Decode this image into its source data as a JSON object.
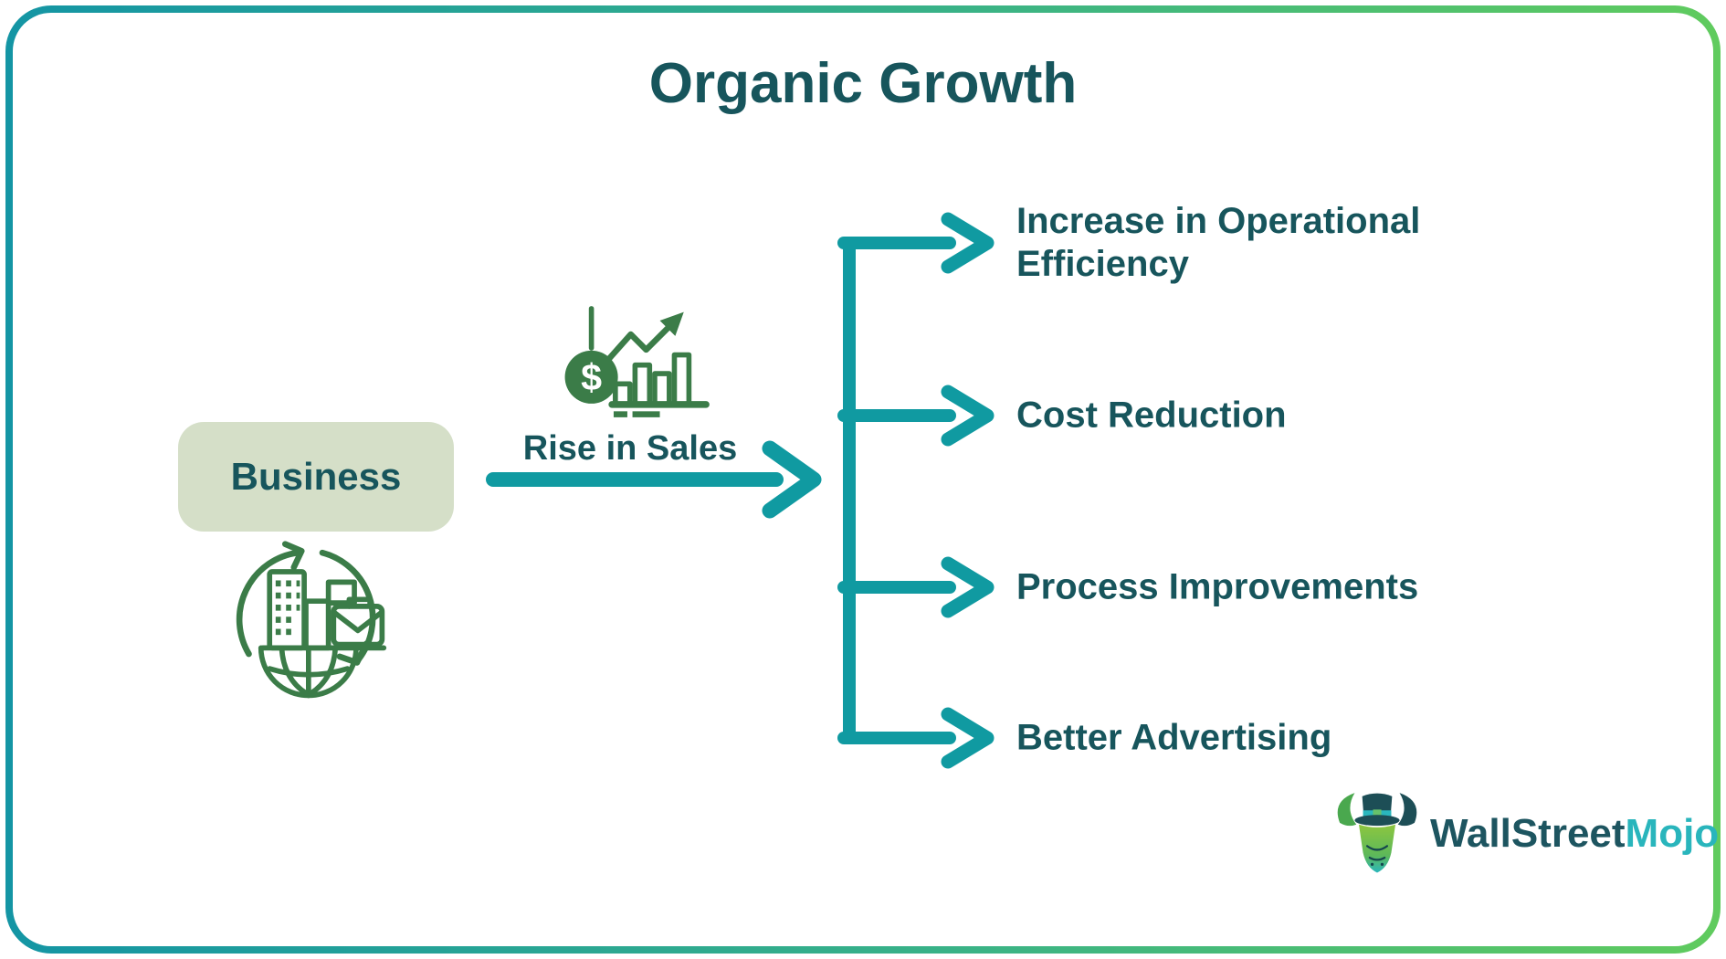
{
  "title": "Organic Growth",
  "colors": {
    "frame_gradient_start": "#1495a4",
    "frame_gradient_end": "#60cb5e",
    "dark_teal_text": "#17555c",
    "arrow_teal": "#109aa1",
    "icon_green": "#3b7c48",
    "business_box_fill": "#d5dfc8",
    "logo_accent_cyan": "#29b5bc"
  },
  "source_node": {
    "label": "Business",
    "icon": "globe-business-icon"
  },
  "edge": {
    "label": "Rise in Sales",
    "icon": "sales-growth-icon",
    "icon_symbol": "$"
  },
  "branches": [
    {
      "label": "Increase in  Operational Efficiency"
    },
    {
      "label": "Cost Reduction"
    },
    {
      "label": "Process Improvements"
    },
    {
      "label": "Better Advertising"
    }
  ],
  "logo": {
    "text_primary": "WallStreet",
    "text_accent": "Mojo",
    "icon": "bull-mascot-icon"
  }
}
